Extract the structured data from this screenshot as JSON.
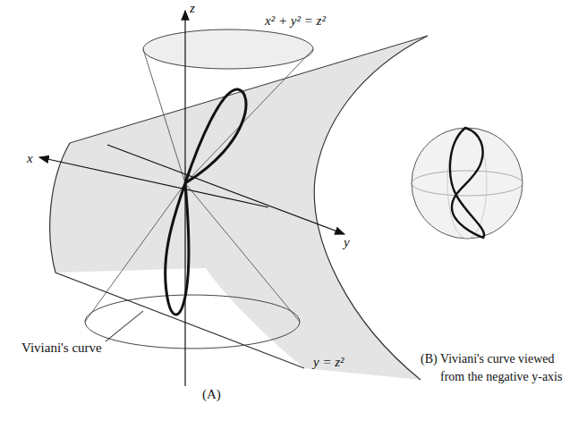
{
  "diagram": {
    "labels": [
      "z",
      "x² + y² = z²",
      "x",
      "y",
      "Viviani's curve",
      "y = z²",
      "(A)",
      "(B) Viviani's curve viewed from the negative y-axis"
    ]
  }
}
